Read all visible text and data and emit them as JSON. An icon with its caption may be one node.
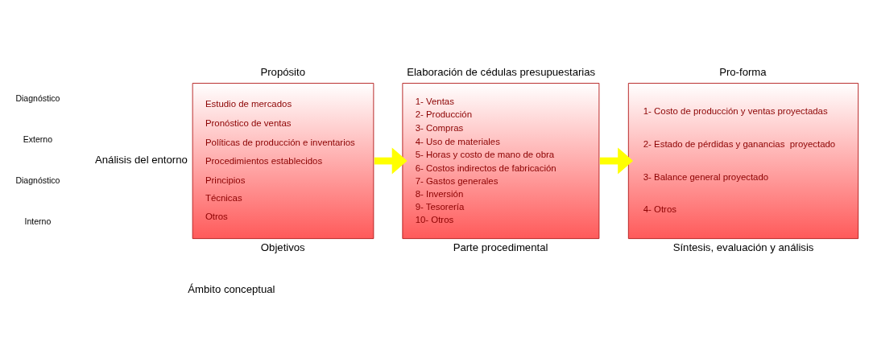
{
  "diagram": {
    "nodes": [
      {
        "text": [
          "Estudio de mercados",
          "Pronóstico de ventas",
          "Políticas de producción e inventarios",
          "Procedimientos establecidos",
          "Principios",
          "Técnicas",
          "Otros"
        ],
        "beside": [
          "Propósito",
          "Objetivos",
          "Análisis del entorno"
        ]
      },
      {
        "text": [
          "1- Ventas",
          "2- Producción",
          "3- Compras",
          "4- Uso de materiales",
          "5- Horas y costo de mano de obra",
          "6- Costos indirectos de fabricación",
          "7- Gastos generales",
          "8- Inversión",
          "9- Tesorería",
          "10- Otros"
        ],
        "beside": [
          "Elaboración de cédulas presupuestarias",
          "Parte procedimental"
        ]
      },
      {
        "text": [
          "1- Costo de producción y ventas proyectadas",
          "2- Estado de pérdidas y ganancias  proyectado",
          "3- Balance general proyectado",
          "4- Otros"
        ],
        "beside": [
          "Pro-forma",
          "Síntesis, evaluación y análisis"
        ]
      }
    ],
    "edges": [
      {
        "from": 0,
        "to": 1,
        "arrow": "to"
      },
      {
        "from": 1,
        "to": 2,
        "arrow": "to"
      }
    ],
    "labels": [
      "Diagnóstico",
      "Externo",
      "Diagnóstico",
      "Interno",
      "Ámbito conceptual"
    ]
  }
}
